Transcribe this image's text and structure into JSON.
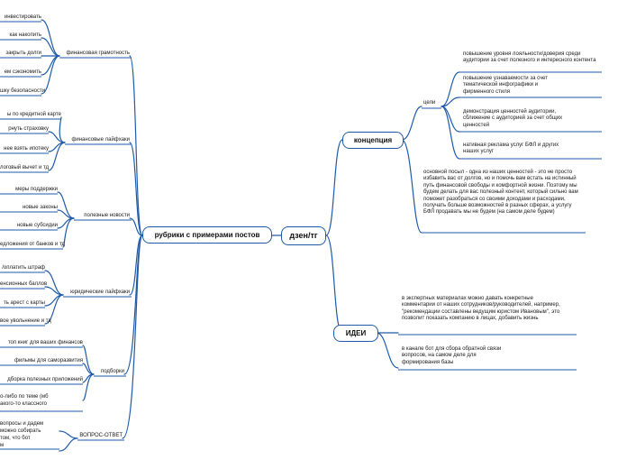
{
  "root": "дзен/тг",
  "branches": {
    "concept": {
      "label": "концепция",
      "goals_label": "цели",
      "goals": [
        "повышение уровня лояльности/доверия среди аудитории за счет полезного и интересного контента",
        "повышение узнаваемости за счет тематической инфографики и фирменного стиля",
        "демонстрация ценностей аудитории, сближение с аудиторией за счет общих ценностей",
        "нативная реклама услуг БФЛ и других наших услуг"
      ],
      "main_idea": "основной посыл - одна из наших ценностей - это не просто избавить вас от долгов, но и помочь вам встать на истинный путь финансовой свободы и комфортной жизни. Поэтому мы будем делать для вас полезный контент, который сильно вам поможет разобраться со своими доходами и расходами, получать больше возможностей в разных сферах, а услугу БФЛ продавать мы не будем (на самом деле будем)"
    },
    "ideas": {
      "label": "ИДЕИ",
      "items": [
        "в экспертных материалах можно давать конкретные комментарии от наших сотрудников/руководителей, например, \"рекомендации составлены ведущим юристом Ивановым\", это позволит показать компанию в лицах, добавить жизнь",
        "в канале бот для сбора обратной связи вопросов, на самом деле для формирования базы"
      ]
    },
    "rubrics": {
      "label": "рубрики с примерами постов",
      "groups": [
        {
          "label": "финансовая грамотность",
          "items": [
            "инвестировать",
            "как накопить",
            "закрыть долги",
            "ем сэкономить",
            "шку безопасности"
          ]
        },
        {
          "label": "финансовые лайфхаки",
          "items": [
            "ы по кредитной карте",
            "рнуть страховку",
            "нее взять ипотеку",
            "логовый вычет и тд"
          ]
        },
        {
          "label": "полезные новости",
          "items": [
            "меры поддержки",
            "новые законы",
            "новые субсидии",
            "едложения от банков и тд"
          ]
        },
        {
          "label": "юридические лайфхаки",
          "items": [
            "/оплатить штраф",
            "енсионных баллов",
            "ть арест с карты",
            "вое увольнение и тд"
          ]
        },
        {
          "label": "подборки",
          "items": [
            "топ книг для ваших финансов",
            "фильмы для саморазвития",
            "дборка полезных приложений",
            "о-либо по теме (мб",
            "акого-то классного"
          ]
        },
        {
          "label": "ВОПРОС-ОТВЕТ",
          "items": [
            "вопросы и дадем",
            "можно собирать",
            "том, что бот",
            "м"
          ]
        }
      ]
    }
  }
}
